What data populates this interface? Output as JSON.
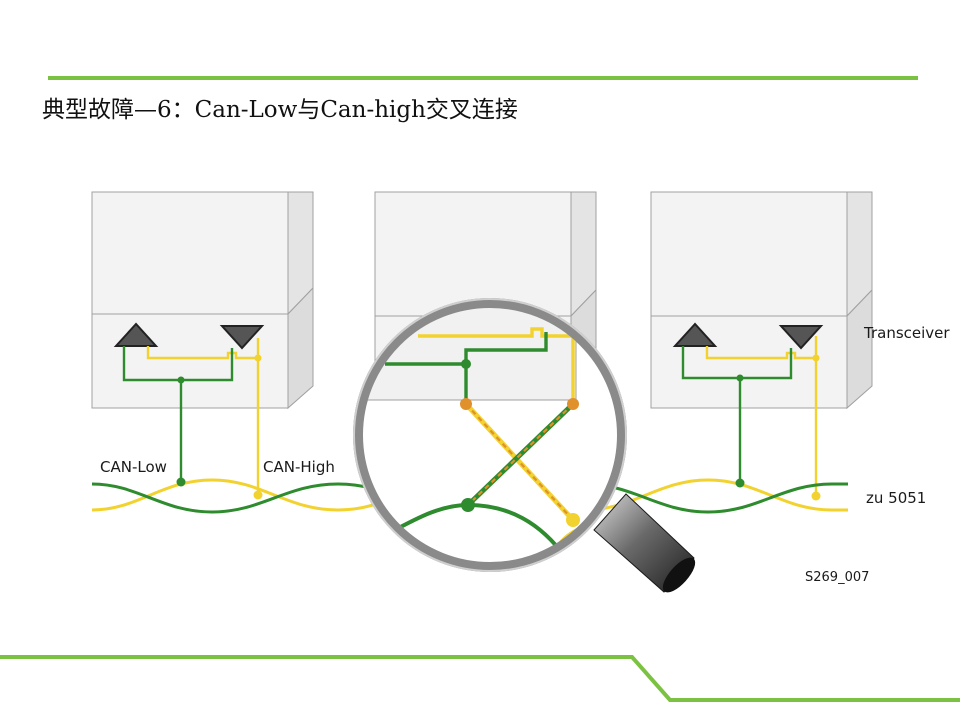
{
  "slide": {
    "title": "典型故障—6：Can-Low与Can-high交叉连接"
  },
  "diagram": {
    "labels": {
      "can_low": "CAN-Low",
      "can_high": "CAN-High",
      "transceiver": "Transceiver",
      "zu": "zu 5051",
      "figure_code": "S269_007"
    },
    "colors": {
      "accent": "#7cc242",
      "can_low_wire": "#2e8b2e",
      "can_high_wire": "#f2d22e",
      "fault_junction": "#e0912b",
      "ecu_fill": "#f2f2f2",
      "ecu_stroke": "#9a9a9a",
      "lens_rim": "#8e8e8e"
    },
    "icons": [
      "transmit-triangle-up-icon",
      "receive-triangle-down-icon",
      "magnifier-icon"
    ]
  }
}
